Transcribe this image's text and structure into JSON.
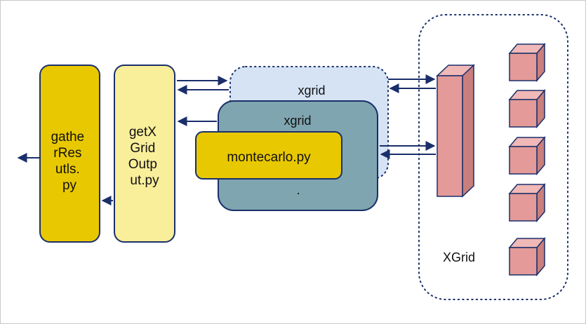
{
  "diagram": {
    "gather_box": {
      "lines": [
        "gathe",
        "rRes",
        "utls.",
        "py"
      ]
    },
    "getx_box": {
      "lines": [
        "getX",
        "Grid",
        "Outp",
        "ut.py"
      ]
    },
    "xgrid_outer": {
      "label": "xgrid"
    },
    "xgrid_inner": {
      "label": "xgrid",
      "dot": "."
    },
    "montecarlo": {
      "label": "montecarlo.py"
    },
    "xgrid_cluster": {
      "label": "XGrid"
    }
  },
  "colors": {
    "yellow_dark": "#e8c800",
    "yellow_light": "#f9ee9a",
    "blue_light": "#d5e3f5",
    "teal": "#7fa5b0",
    "pink": "#e49a98",
    "arrow": "#1a2f6a"
  }
}
